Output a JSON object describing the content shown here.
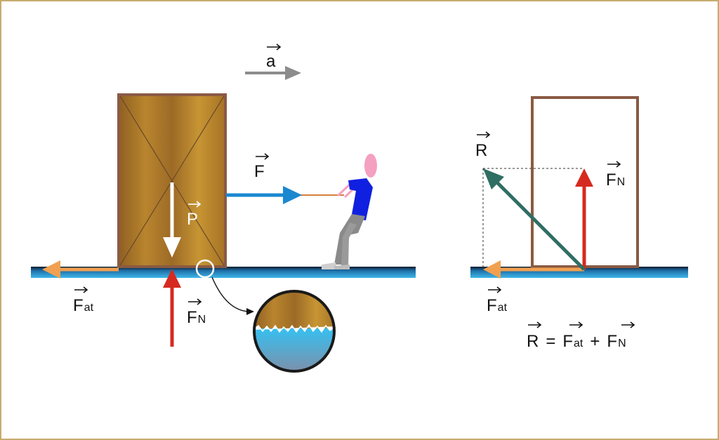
{
  "labels": {
    "accel": {
      "base": "a",
      "sub": ""
    },
    "pull": {
      "base": "F",
      "sub": ""
    },
    "weight": {
      "base": "P",
      "sub": ""
    },
    "friction_left": {
      "base": "F",
      "sub": "at"
    },
    "normal_left": {
      "base": "F",
      "sub": "N"
    },
    "resultant": {
      "base": "R",
      "sub": ""
    },
    "normal_right": {
      "base": "F",
      "sub": "N"
    },
    "friction_right": {
      "base": "F",
      "sub": "at"
    }
  },
  "equation": {
    "lhs": "R",
    "eq": "=",
    "term1_base": "F",
    "term1_sub": "at",
    "plus": "+",
    "term2_base": "F",
    "term2_sub": "N"
  },
  "colors": {
    "border": "#c8ab6e",
    "box_outline": "#8a5a44",
    "wood_light": "#c79533",
    "wood_dark": "#8f5f22",
    "ground_blue": "#1e6fa8",
    "friction_arrow": "#f0a050",
    "normal_arrow": "#d62a20",
    "pull_arrow": "#1a88d0",
    "weight_arrow": "#ffffff",
    "accel_arrow": "#8c8c8c",
    "resultant_arrow": "#2f6e63",
    "rope": "#d4803c",
    "shirt": "#1020e0",
    "pants": "#8a8a8a",
    "skin": "#f4a0c0"
  }
}
